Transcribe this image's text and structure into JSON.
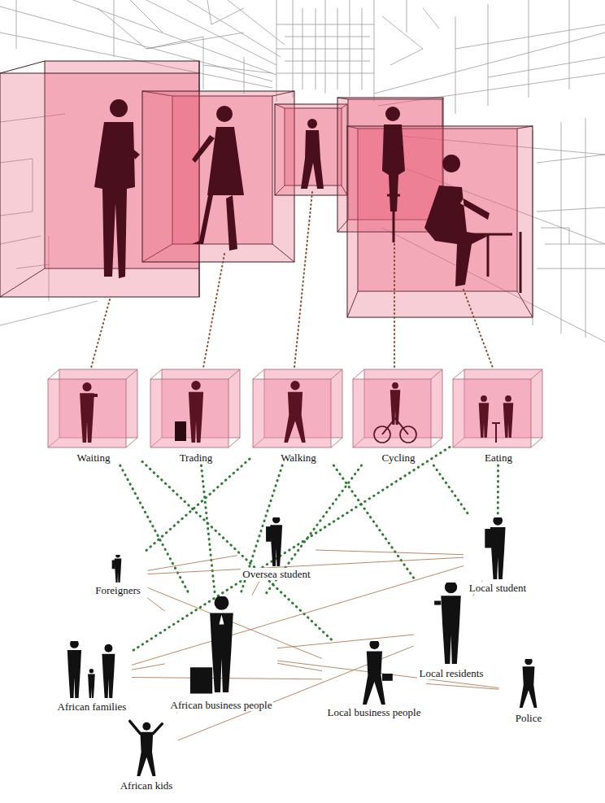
{
  "diagram": {
    "nodes": [
      {
        "text": [
          "Waiting"
        ]
      },
      {
        "text": [
          "Trading"
        ]
      },
      {
        "text": [
          "Walking"
        ]
      },
      {
        "text": [
          "Cycling"
        ]
      },
      {
        "text": [
          "Eating"
        ]
      },
      {
        "text": [
          "Oversea student"
        ]
      },
      {
        "text": [
          "Foreigners"
        ]
      },
      {
        "text": [
          "Local student"
        ]
      },
      {
        "text": [
          "Local residents"
        ]
      },
      {
        "text": [
          "African families"
        ]
      },
      {
        "text": [
          "African business people"
        ]
      },
      {
        "text": [
          "Local business people"
        ]
      },
      {
        "text": [
          "Police"
        ]
      },
      {
        "text": [
          "African kids"
        ]
      }
    ],
    "edges": [
      {
        "from": 0,
        "to": 10,
        "arrow": "none"
      },
      {
        "from": 0,
        "to": 11,
        "arrow": "none"
      },
      {
        "from": 1,
        "to": 10,
        "arrow": "none"
      },
      {
        "from": 2,
        "to": 6,
        "arrow": "none"
      },
      {
        "from": 2,
        "to": 10,
        "arrow": "none"
      },
      {
        "from": 2,
        "to": 8,
        "arrow": "none"
      },
      {
        "from": 3,
        "to": 10,
        "arrow": "none"
      },
      {
        "from": 3,
        "to": 7,
        "arrow": "none"
      },
      {
        "from": 4,
        "to": 9,
        "arrow": "none"
      },
      {
        "from": 4,
        "to": 7,
        "arrow": "none"
      },
      {
        "from": 6,
        "to": 5,
        "arrow": "none"
      },
      {
        "from": 6,
        "to": 7,
        "arrow": "none"
      },
      {
        "from": 6,
        "to": 10,
        "arrow": "none"
      },
      {
        "from": 6,
        "to": 11,
        "arrow": "none"
      },
      {
        "from": 5,
        "to": 7,
        "arrow": "none"
      },
      {
        "from": 9,
        "to": 10,
        "arrow": "none"
      },
      {
        "from": 9,
        "to": 11,
        "arrow": "none"
      },
      {
        "from": 10,
        "to": 11,
        "arrow": "none"
      },
      {
        "from": 10,
        "to": 8,
        "arrow": "none"
      },
      {
        "from": 10,
        "to": 12,
        "arrow": "none"
      },
      {
        "from": 10,
        "to": 5,
        "arrow": "none"
      },
      {
        "from": 13,
        "to": 10,
        "arrow": "none"
      },
      {
        "from": 13,
        "to": 8,
        "arrow": "none"
      },
      {
        "from": 11,
        "to": 12,
        "arrow": "none"
      },
      {
        "from": 8,
        "to": 7,
        "arrow": "none"
      },
      {
        "from": 9,
        "to": 7,
        "arrow": "none"
      }
    ]
  }
}
